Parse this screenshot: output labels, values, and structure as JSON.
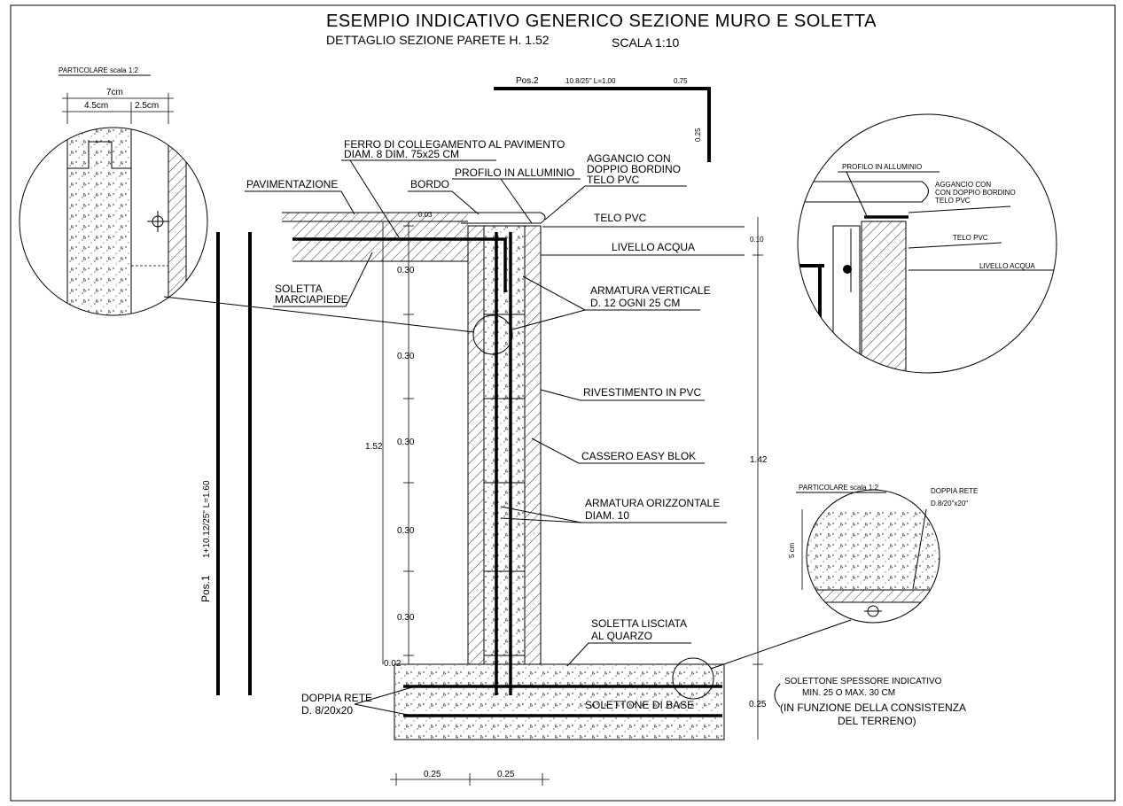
{
  "title": "ESEMPIO INDICATIVO GENERICO SEZIONE MURO E SOLETTA",
  "subtitle": "DETTAGLIO SEZIONE PARETE H. 1.52",
  "scale": "SCALA 1:10",
  "detail_left": {
    "header": "PARTICOLARE scala 1:2",
    "width_total": "7cm",
    "width_a": "4.5cm",
    "width_b": "2.5cm"
  },
  "detail_right": {
    "profile": "PROFILO IN ALLUMINIO",
    "hook_1": "AGGANCIO CON",
    "hook_2": "CON DOPPIO BORDINO",
    "hook_3": "TELO PVC",
    "pvc": "TELO PVC",
    "water": "LIVELLO ACQUA"
  },
  "detail_slab": {
    "header": "PARTICOLARE scala 1:2",
    "mesh_1": "DOPPIA RETE",
    "mesh_2": "D.8/20\"x20\"",
    "thickness": "5 cm"
  },
  "pos2": {
    "label": "Pos.2",
    "spec": "10.8/25\" L=1.00",
    "len": "0.75",
    "height": "0.25"
  },
  "pos1": {
    "label": "Pos.1",
    "spec": "1+10.12/25\" L=1.60"
  },
  "labels": {
    "ferro_1": "FERRO DI COLLEGAMENTO AL PAVIMENTO",
    "ferro_2": "DIAM. 8 DIM. 75x25 CM",
    "aggancio_1": "AGGANCIO CON",
    "aggancio_2": "DOPPIO BORDINO",
    "aggancio_3": "TELO PVC",
    "profilo": "PROFILO IN ALLUMINIO",
    "pavimentazione": "PAVIMENTAZIONE",
    "bordo": "BORDO",
    "telo_pvc": "TELO PVC",
    "livello": "LIVELLO ACQUA",
    "soletta_1": "SOLETTA",
    "soletta_2": "MARCIAPIEDE",
    "arm_vert_1": "ARMATURA VERTICALE",
    "arm_vert_2": "D. 12 OGNI 25 CM",
    "rivestimento": "RIVESTIMENTO IN PVC",
    "cassero": "CASSERO EASY BLOK",
    "arm_orizz_1": "ARMATURA ORIZZONTALE",
    "arm_orizz_2": "DIAM. 10",
    "lisciata_1": "SOLETTA LISCIATA",
    "lisciata_2": "AL QUARZO",
    "doppia_1": "DOPPIA RETE",
    "doppia_2": "D. 8/20x20",
    "solettone_base": "SOLETTONE DI BASE",
    "spessore_1": "SOLETTONE SPESSORE INDICATIVO",
    "spessore_2": "MIN. 25 O MAX. 30 CM",
    "spessore_3": "(IN FUNZIONE DELLA CONSISTENZA",
    "spessore_4": "DEL TERRENO)"
  },
  "dims": {
    "d003": "0.03",
    "d010": "0.10",
    "d030": "0.30",
    "d152": "1.52",
    "d142": "1.42",
    "d002": "0.02",
    "d025": "0.25",
    "d025a": "0.25",
    "d025b": "0.25"
  }
}
